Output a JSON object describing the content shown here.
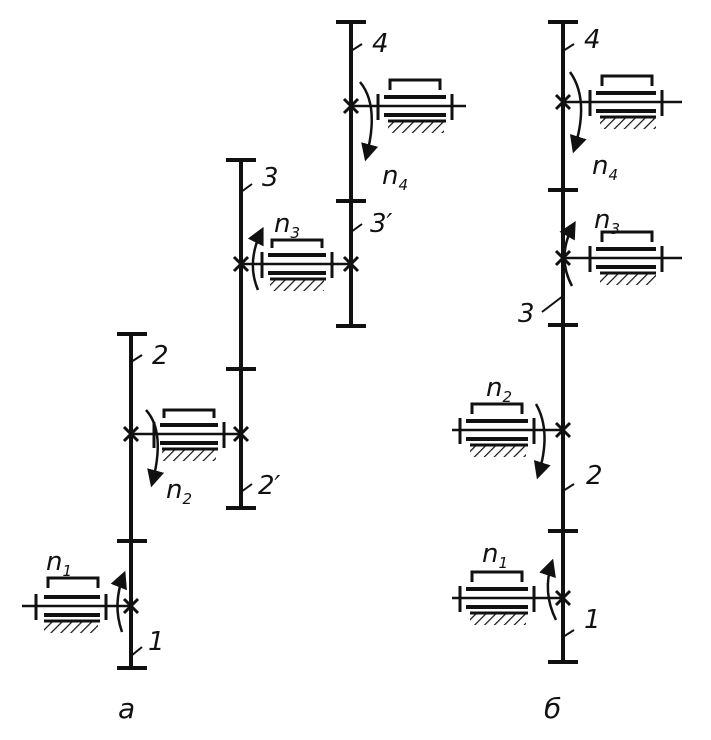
{
  "scheme_a": {
    "caption": "а",
    "gears": [
      "1",
      "2",
      "2",
      "3",
      "3",
      "4"
    ],
    "primes": [
      "′",
      "′"
    ],
    "speeds": [
      {
        "base": "n",
        "sub": "1"
      },
      {
        "base": "n",
        "sub": "2"
      },
      {
        "base": "n",
        "sub": "3"
      },
      {
        "base": "n",
        "sub": "4"
      }
    ]
  },
  "scheme_b": {
    "caption": "б",
    "gears": [
      "1",
      "2",
      "3",
      "4"
    ],
    "speeds": [
      {
        "base": "n",
        "sub": "1"
      },
      {
        "base": "n",
        "sub": "2"
      },
      {
        "base": "n",
        "sub": "3"
      },
      {
        "base": "n",
        "sub": "4"
      }
    ]
  }
}
